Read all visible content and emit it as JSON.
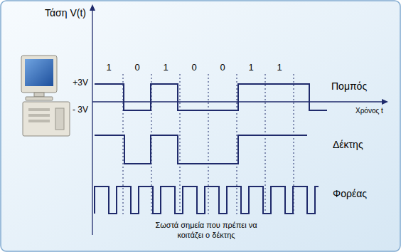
{
  "diagram": {
    "caption": "Σωστά σημεία που πρέπει να κοιτάζει ο δέκτης",
    "labels": [
      "Τάση V(t)",
      "1",
      "0",
      "1",
      "0",
      "0",
      "1",
      "1",
      "+3V",
      "Πομπός",
      "Χρόνος t",
      "- 3V",
      "Δέκτης",
      "Φορέας"
    ]
  }
}
